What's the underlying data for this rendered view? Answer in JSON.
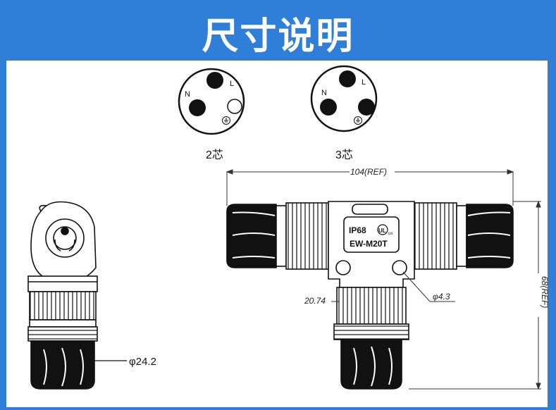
{
  "header": {
    "title": "尺寸说明"
  },
  "pinouts": [
    {
      "label": "2芯",
      "pins": {
        "n": "N",
        "l": "L"
      },
      "earth_icon": "ground-icon"
    },
    {
      "label": "3芯",
      "pins": {
        "n": "N",
        "l": "L"
      },
      "earth_icon": "ground-icon"
    }
  ],
  "body_markings": {
    "rating": "IP68",
    "model": "EW-M20T",
    "cert": "UL",
    "cert_region": "us"
  },
  "dimensions": {
    "length": "104(REF)",
    "height": "68(REF)",
    "outlet_width": "20.74",
    "hole_diameter": "φ4.3",
    "cable_diameter": "φ24.2"
  },
  "colors": {
    "header_bg": "#2f7fd8",
    "ink": "#111111",
    "paper": "#ffffff"
  }
}
